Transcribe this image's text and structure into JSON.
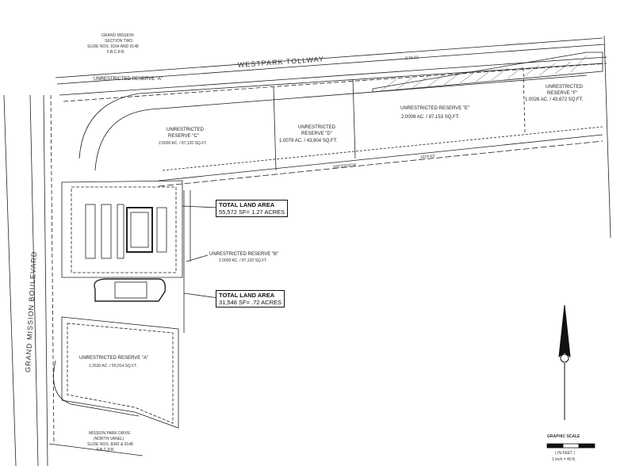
{
  "roads": {
    "tollway": "WESTPARK TOLLWAY",
    "boulevard": "GRAND MISSION BOULEVARD",
    "drive": [
      "MISSION PARK DRIVE",
      "(NORTH VANEL)",
      "SLIDE NOS. 8342 & 9148",
      "F.B.C.P.R."
    ]
  },
  "subdivision_note": [
    "GRAND MISSION",
    "SECTION TWO",
    "SLIDE NOS. 9164 AND 9148",
    "F.B.C.P.R."
  ],
  "reserves": {
    "a_top": "UNRESTRICTED RESERVE \"A\"",
    "c": [
      "UNRESTRICTED",
      "RESERVE \"C\"",
      "2.0000 AC. / 87,120 SQ.FT."
    ],
    "d": [
      "UNRESTRICTED",
      "RESERVE \"D\"",
      "1.0079 AC. / 43,904 SQ.FT."
    ],
    "e": [
      "UNRESTRICTED RESERVE \"E\"",
      "2.0008 AC. / 87,153 SQ.FT."
    ],
    "f": [
      "UNRESTRICTED",
      "RESERVE \"F\"",
      "1.0026 AC. / 43,672 SQ.FT."
    ],
    "b": [
      "UNRESTRICTED RESERVE \"B\"",
      "2.0000 AC. / 87,120 SQ.FT."
    ],
    "a_bottom": [
      "UNRESTRICTED RESERVE \"A\"",
      "1.2630 AC. / 55,014 SQ.FT."
    ]
  },
  "callouts": [
    {
      "title": "TOTAL LAND AREA",
      "value": "55,572 SF= 1.27 ACRES"
    },
    {
      "title": "TOTAL LAND AREA",
      "value": "31,548 SF= .72 ACRES"
    }
  ],
  "bearings": {
    "b1": "S83°03'00\"W",
    "b2": "1019.63'",
    "b3": "1126.81'"
  },
  "scale": {
    "title": "GRAPHIC SCALE",
    "unit": "( IN FEET )",
    "ratio": "1 inch = 40 ft."
  }
}
